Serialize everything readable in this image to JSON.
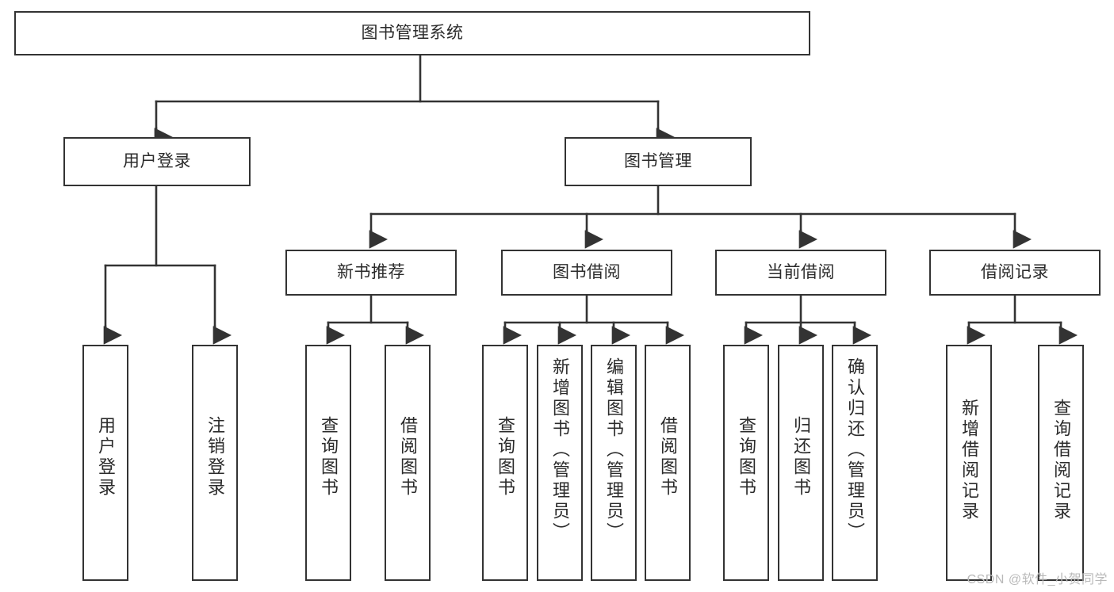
{
  "diagram": {
    "title": "图书管理系统",
    "type": "tree-structure-chart",
    "orientation": "top-down",
    "box_border_color": "#333333",
    "box_fill_color": "#ffffff",
    "text_color": "#2b2b2b",
    "background_color": "#ffffff"
  },
  "root": {
    "label": "图书管理系统"
  },
  "level1": [
    {
      "label": "用户登录"
    },
    {
      "label": "图书管理"
    }
  ],
  "level2": [
    {
      "label": "新书推荐"
    },
    {
      "label": "图书借阅"
    },
    {
      "label": "当前借阅"
    },
    {
      "label": "借阅记录"
    }
  ],
  "leaves": {
    "user_login": [
      {
        "label": "用户登录"
      },
      {
        "label": "注销登录"
      }
    ],
    "new_book_recommend": [
      {
        "label": "查询图书"
      },
      {
        "label": "借阅图书"
      }
    ],
    "book_borrow": [
      {
        "label": "查询图书"
      },
      {
        "label": "新增图书（管理员）"
      },
      {
        "label": "编辑图书（管理员）"
      },
      {
        "label": "借阅图书"
      }
    ],
    "current_borrow": [
      {
        "label": "查询图书"
      },
      {
        "label": "归还图书"
      },
      {
        "label": "确认归还（管理员）"
      }
    ],
    "borrow_record": [
      {
        "label": "新增借阅记录"
      },
      {
        "label": "查询借阅记录"
      }
    ]
  },
  "watermark": {
    "text": "CSDN @软件_小贺同学"
  }
}
